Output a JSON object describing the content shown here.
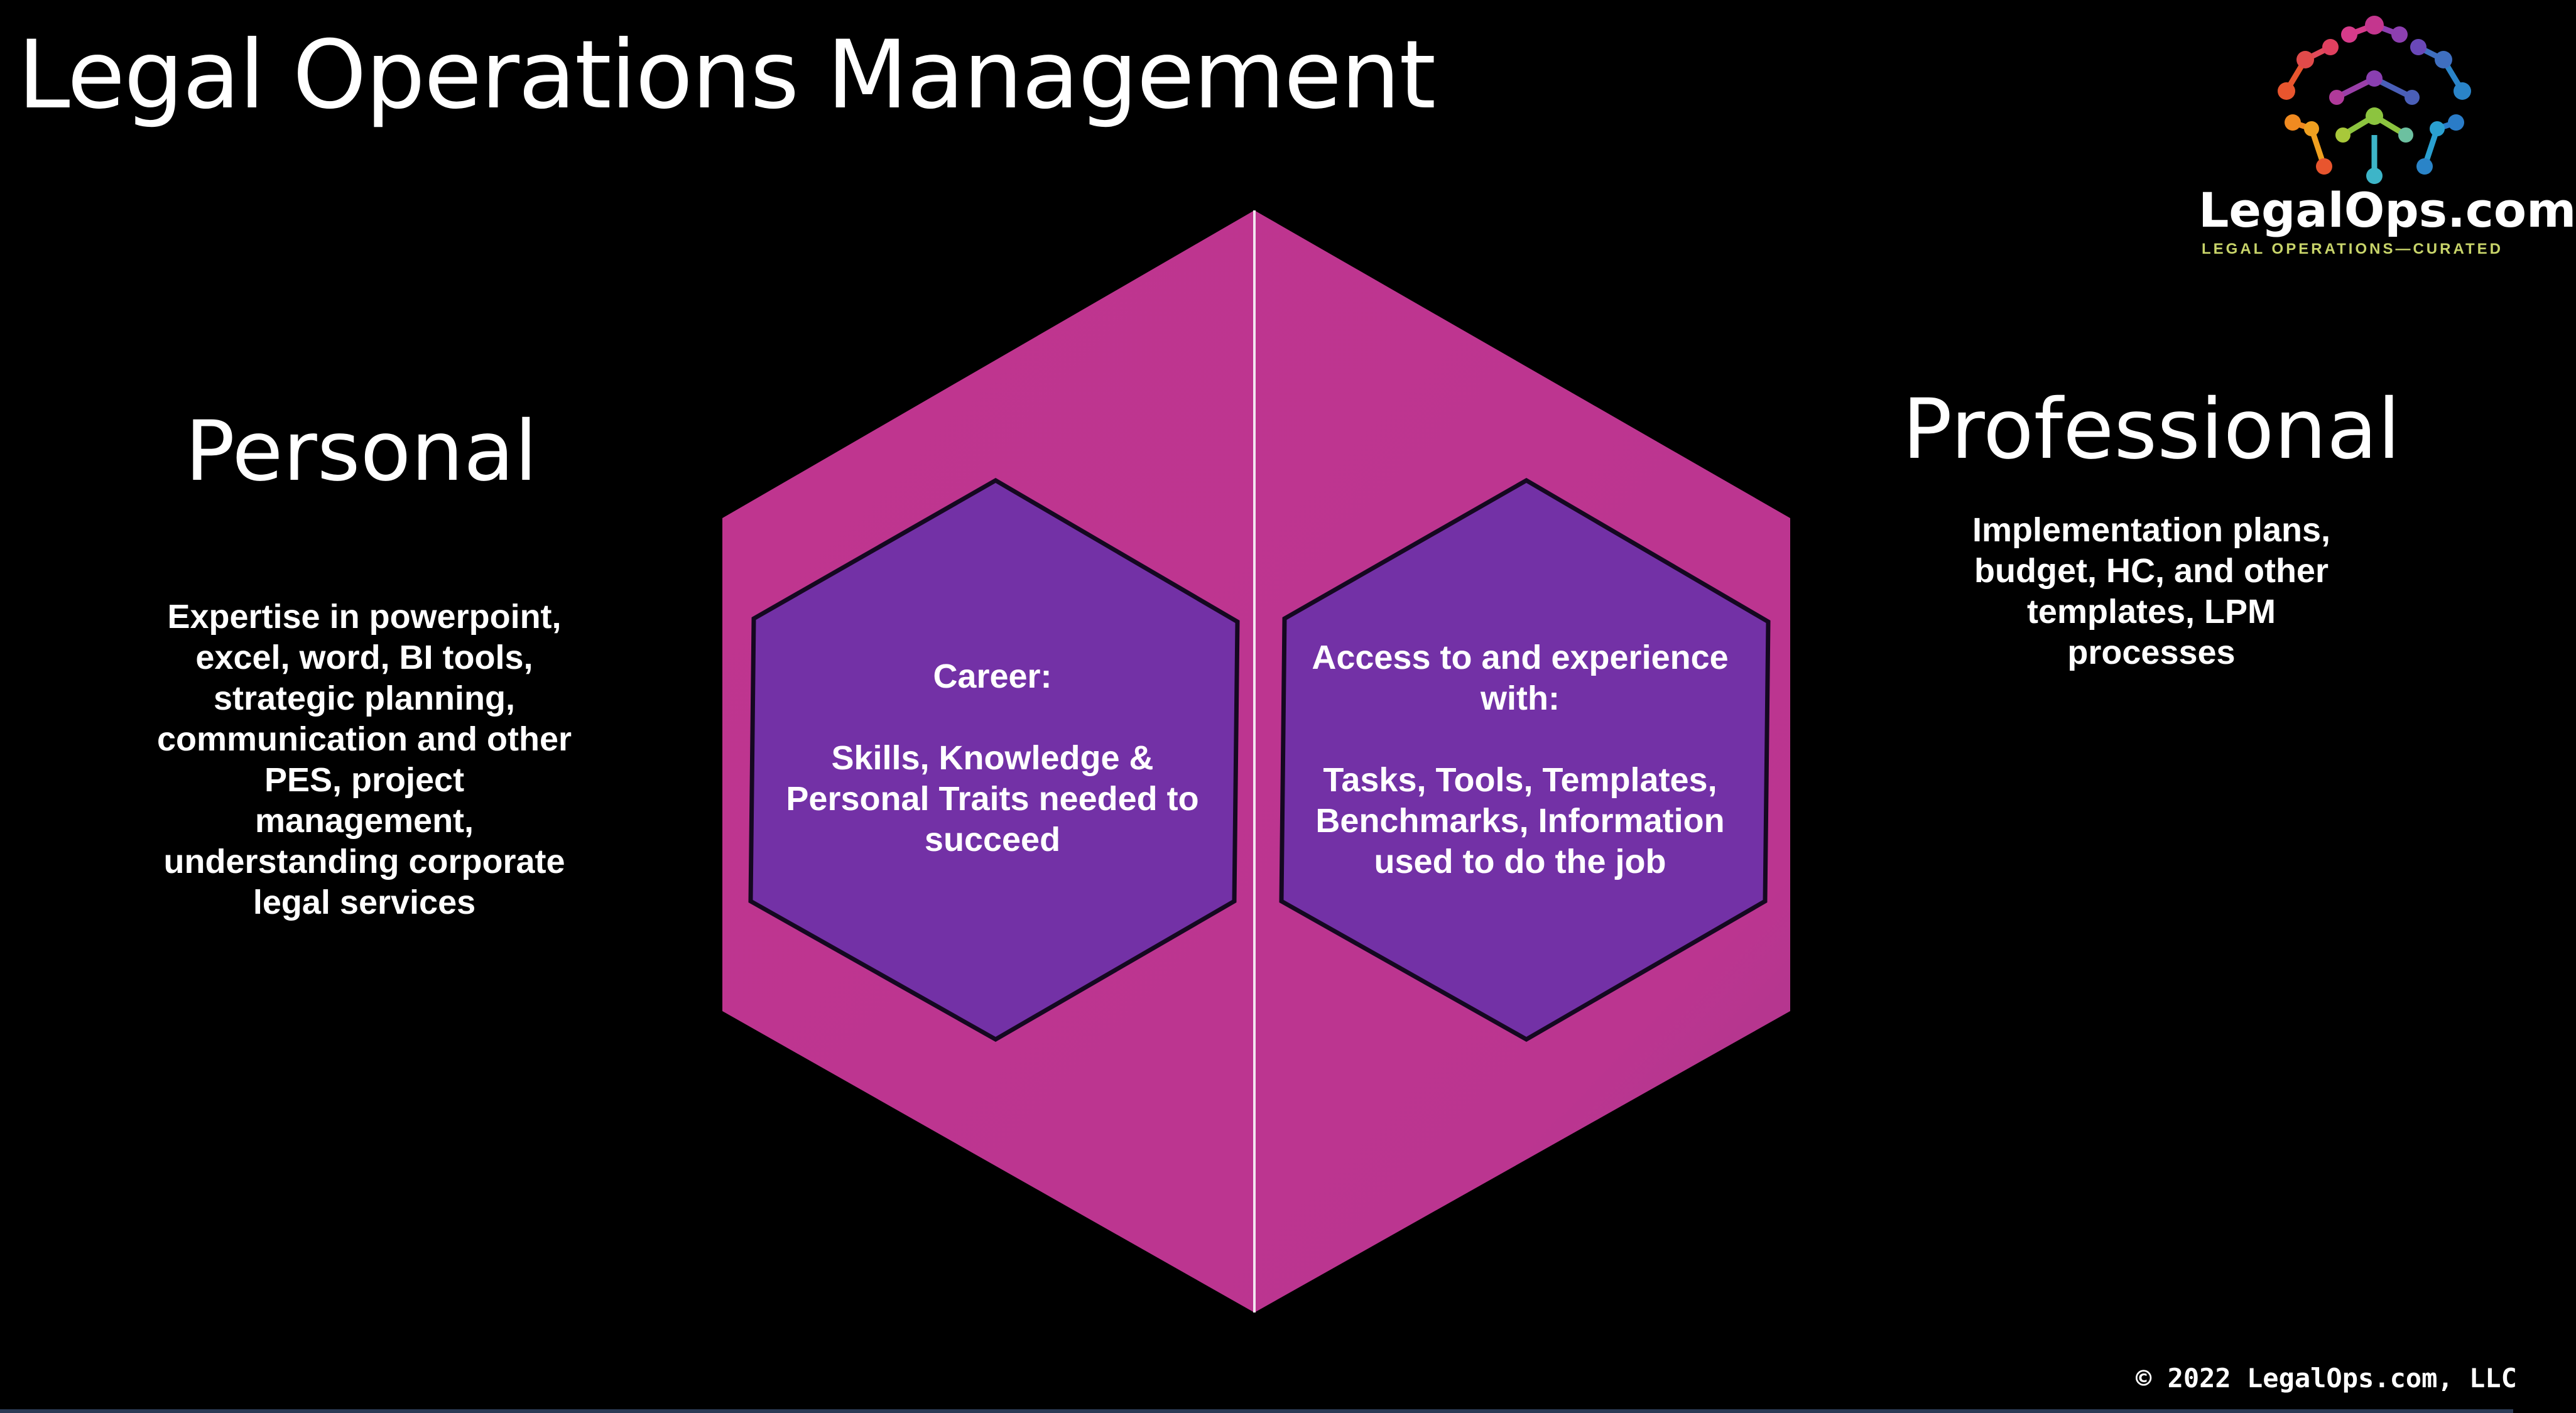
{
  "slide": {
    "title": "Legal Operations Management"
  },
  "personal": {
    "heading": "Personal",
    "description": "Expertise in powerpoint,\nexcel, word, BI tools,\nstrategic planning,\ncommunication and other\nPES, project\nmanagement,\nunderstanding corporate\nlegal services"
  },
  "professional": {
    "heading": "Professional",
    "description": "Implementation plans,\nbudget, HC, and other\ntemplates, LPM\nprocesses"
  },
  "hexagons": {
    "career": "Career:\n\nSkills, Knowledge &\nPersonal Traits needed to\nsucceed",
    "access": "Access to and experience\nwith:\n\nTasks, Tools, Templates,\nBenchmarks, Information\nused to do the job"
  },
  "logo": {
    "name": "LegalOps.com",
    "tagline": "LEGAL OPERATIONS—CURATED"
  },
  "footer": {
    "copyright": "© 2022 LegalOps.com, LLC"
  },
  "colors": {
    "background": "#000000",
    "outer_hexagon": "#c0358f",
    "inner_hexagon": "#7331a6",
    "text": "#ffffff"
  }
}
